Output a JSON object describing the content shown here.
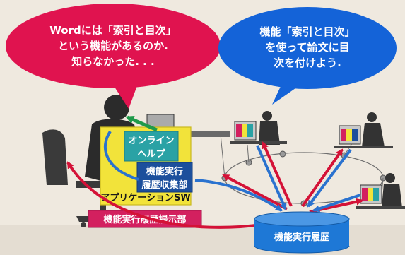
{
  "speech_left": {
    "line1": "Wordには「索引と目次」",
    "line2": "という機能があるのか.",
    "line3": "知らなかった. . ."
  },
  "speech_right": {
    "line1": "機能「索引と目次」",
    "line2": "を使って論文に目",
    "line3": "次を付けよう."
  },
  "online_help": {
    "line1": "オンライン",
    "line2": "ヘルプ"
  },
  "collector": {
    "line1": "機能実行",
    "line2": "履歴収集部"
  },
  "app_sw": "アプリケーションSW",
  "presenter": "機能実行履歴提示部",
  "database": "機能実行履歴",
  "colors": {
    "speech_left": "#e0134f",
    "speech_right": "#1463d8",
    "app_box": "#f2e33a",
    "online_help_box": "#2aa2a5",
    "collector_box": "#1c4f9c",
    "presenter_box": "#d3205f",
    "database": "#1e78d6",
    "arrow_red": "#d41237",
    "arrow_blue": "#2a72cf",
    "arrow_green": "#1f9a4a"
  }
}
